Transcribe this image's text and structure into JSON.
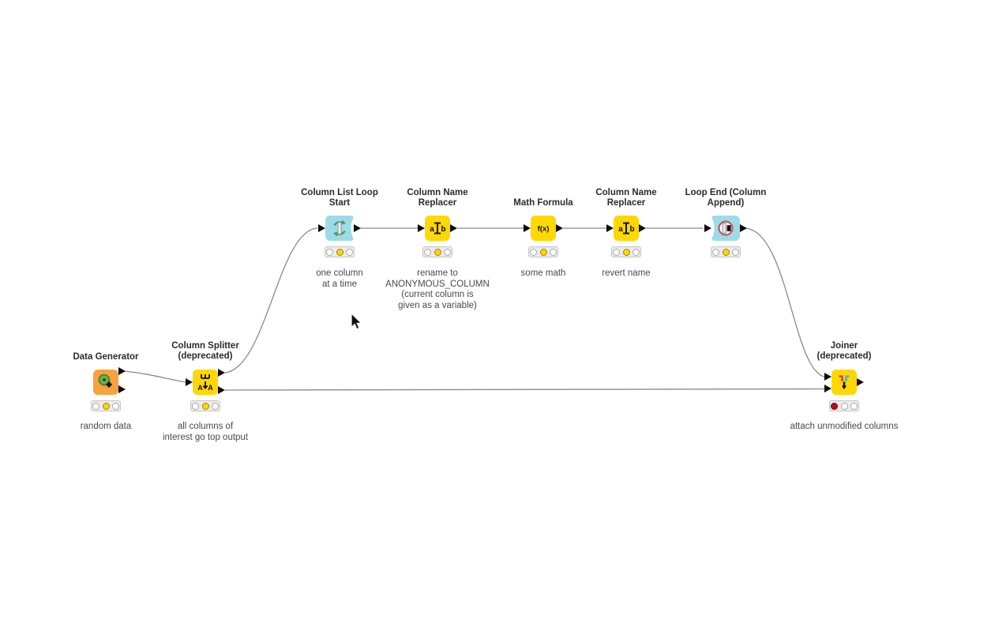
{
  "app": {
    "name": "KNIME workflow editor canvas"
  },
  "colors": {
    "node_yellow": "#ffd703",
    "node_cyan": "#9cdce8",
    "node_orange": "#f8a13f",
    "traffic_yellow": "#ffd800",
    "traffic_red": "#b5121b",
    "connection": "#8a8a8a"
  },
  "nodes": [
    {
      "id": "data-generator",
      "label": "Data Generator",
      "caption": "random data",
      "icon": "data-generator-icon",
      "color": "#f8a13f",
      "traffic_light": "yellow"
    },
    {
      "id": "column-splitter",
      "label": "Column Splitter\n(deprecated)",
      "caption": "all columns of\ninterest go top output",
      "icon": "column-splitter-icon",
      "color": "#ffd703",
      "traffic_light": "yellow"
    },
    {
      "id": "column-list-loop-start",
      "label": "Column List Loop\nStart",
      "caption": "one column\nat a time",
      "icon": "loop-start-icon",
      "color": "#9cdce8",
      "traffic_light": "yellow"
    },
    {
      "id": "column-name-replacer-1",
      "label": "Column Name\nReplacer",
      "caption": "rename to\nANONYMOUS_COLUMN\n(current column is\ngiven as a variable)",
      "icon": "column-rename-icon",
      "color": "#ffd703",
      "traffic_light": "yellow"
    },
    {
      "id": "math-formula",
      "label": "Math Formula",
      "caption": "some math",
      "icon": "math-formula-icon",
      "color": "#ffd703",
      "traffic_light": "yellow"
    },
    {
      "id": "column-name-replacer-2",
      "label": "Column Name\nReplacer",
      "caption": "revert name",
      "icon": "column-rename-icon",
      "color": "#ffd703",
      "traffic_light": "yellow"
    },
    {
      "id": "loop-end-column-append",
      "label": "Loop End (Column\nAppend)",
      "caption": "",
      "icon": "loop-end-icon",
      "color": "#9cdce8",
      "traffic_light": "yellow"
    },
    {
      "id": "joiner",
      "label": "Joiner\n(deprecated)",
      "caption": "attach unmodified columns",
      "icon": "joiner-icon",
      "color": "#ffd703",
      "traffic_light": "red"
    }
  ],
  "connections": [
    {
      "from": "data-generator",
      "to": "column-splitter"
    },
    {
      "from": "column-splitter",
      "to": "column-list-loop-start"
    },
    {
      "from": "column-splitter",
      "to": "joiner"
    },
    {
      "from": "column-list-loop-start",
      "to": "column-name-replacer-1"
    },
    {
      "from": "column-name-replacer-1",
      "to": "math-formula"
    },
    {
      "from": "math-formula",
      "to": "column-name-replacer-2"
    },
    {
      "from": "column-name-replacer-2",
      "to": "loop-end-column-append"
    },
    {
      "from": "loop-end-column-append",
      "to": "joiner"
    }
  ]
}
